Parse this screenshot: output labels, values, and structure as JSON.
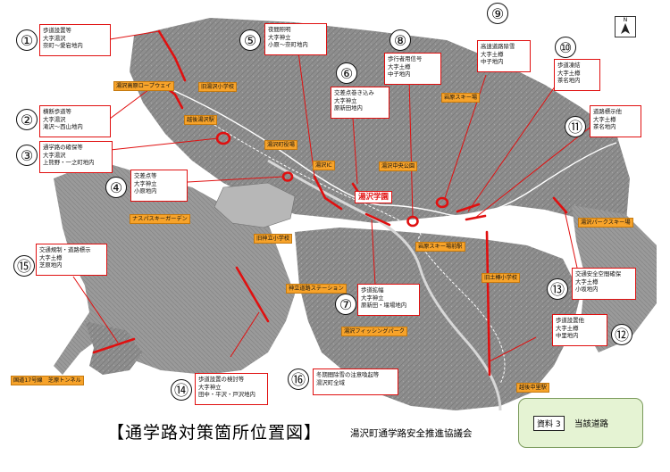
{
  "title": "【通学路対策箇所位置図】",
  "council": "湯沢町通学路安全推進協議会",
  "note": {
    "label": "資料 3",
    "text": "当該道路"
  },
  "north": "N",
  "colors": {
    "road_red": "#e01010",
    "tag_orange": "#f7a32a",
    "terrain": "#8f8f8f",
    "note_bg": "#e5f3d3"
  },
  "callouts": [
    {
      "num": "①",
      "lines": [
        "歩道設置等",
        "大字湯沢",
        "奈町～愛宕地内"
      ]
    },
    {
      "num": "②",
      "lines": [
        "横断歩道等",
        "大字湯沢",
        "滝沢～西山地内"
      ]
    },
    {
      "num": "③",
      "lines": [
        "通学路の確保等",
        "大字湯沢",
        "上熊野・一之町地内"
      ]
    },
    {
      "num": "④",
      "lines": [
        "交差点等",
        "大字神立",
        "小原地内"
      ]
    },
    {
      "num": "⑤",
      "lines": [
        "夜間照明",
        "大字神立",
        "小原～奈町地内"
      ]
    },
    {
      "num": "⑥",
      "lines": [
        "交差点巻き込み",
        "大字神立",
        "原新田地内"
      ]
    },
    {
      "num": "⑦",
      "lines": [
        "歩道拡幅",
        "大字神立",
        "原新田・堰場地内"
      ]
    },
    {
      "num": "⑧",
      "lines": [
        "歩行者用信号",
        "大字土樽",
        "中子地内"
      ]
    },
    {
      "num": "⑨",
      "lines": [
        "高速道路除雪",
        "大字土樽",
        "中子地内"
      ]
    },
    {
      "num": "⑩",
      "lines": [
        "歩道凍結",
        "大字土樽",
        "茶名地内"
      ]
    },
    {
      "num": "⑪",
      "lines": [
        "道路標示他",
        "大字土樽",
        "茶名地内"
      ]
    },
    {
      "num": "⑫",
      "lines": [
        "歩道設置他",
        "大字土樽",
        "中里地内"
      ]
    },
    {
      "num": "⑬",
      "lines": [
        "交通安全空間確保",
        "大字土樽",
        "小坂地内"
      ]
    },
    {
      "num": "⑭",
      "lines": [
        "歩道設置の検討等",
        "大字神立",
        "田中・平沢・戸沢地内"
      ]
    },
    {
      "num": "⑮",
      "lines": [
        "交通規制・道路標示",
        "大字土樽",
        "芝原地内"
      ]
    },
    {
      "num": "⑯",
      "lines": [
        "冬期間除雪の注意喚起等",
        "湯沢町全域"
      ]
    }
  ],
  "tags": [
    "湯沢高原ロープウェイ",
    "旧湯沢小学校",
    "越後湯沢駅",
    "湯沢町役場",
    "湯沢IC",
    "湯沢中央公園",
    "岩原スキー場",
    "湯沢学園",
    "ナスパスキーガーデン",
    "旧神立小学校",
    "岩原スキー場前駅",
    "湯沢パークスキー場",
    "旧土樽小学校",
    "神立道路ステーション",
    "湯沢フィッシングパーク",
    "国道17号線　芝原トンネル",
    "越後中里駅"
  ]
}
